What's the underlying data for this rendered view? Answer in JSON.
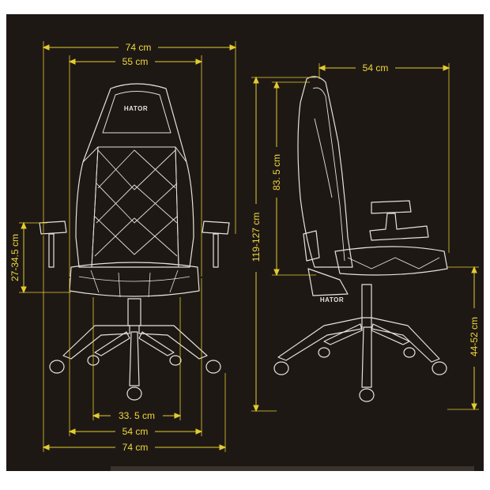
{
  "colors": {
    "background": "#1e1815",
    "outline": "#e6e1d9",
    "dimension": "#e3cc2e",
    "dimension_text": "#f0d93a"
  },
  "brand": {
    "front_logo": "HATOR",
    "side_logo": "HATOR"
  },
  "front_view": {
    "top_overall_width": "74 cm",
    "top_backrest_width": "55 cm",
    "armrest_height_range": "27-34.5 cm",
    "bottom_seat_width": "33. 5 cm",
    "bottom_base_inner_width": "54 cm",
    "bottom_base_width": "74 cm"
  },
  "side_view": {
    "top_depth": "54 cm",
    "total_height": "119-127 cm",
    "backrest_height": "83. 5 cm",
    "seat_height_range": "44-52 cm"
  }
}
